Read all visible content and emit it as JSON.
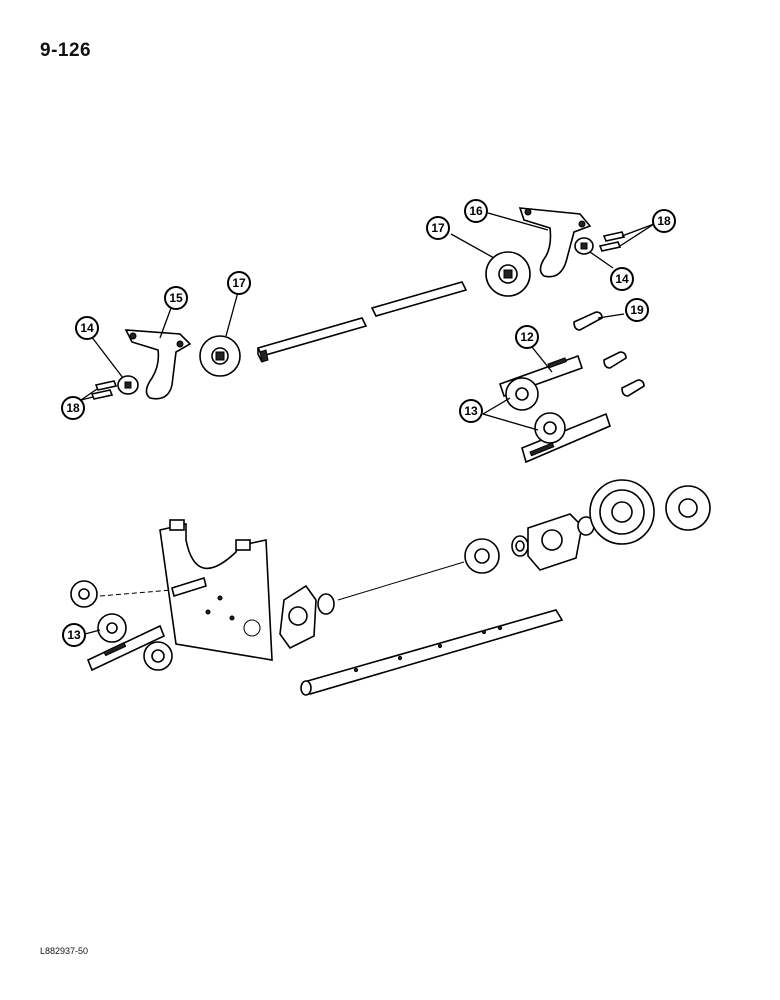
{
  "page_number": "9-126",
  "reference_code": "L882937-50",
  "callouts": {
    "c14a": "14",
    "c18a": "18",
    "c15": "15",
    "c17a": "17",
    "c17b": "17",
    "c16": "16",
    "c18b": "18",
    "c14b": "14",
    "c19": "19",
    "c12": "12",
    "c13a": "13",
    "c13b": "13"
  }
}
